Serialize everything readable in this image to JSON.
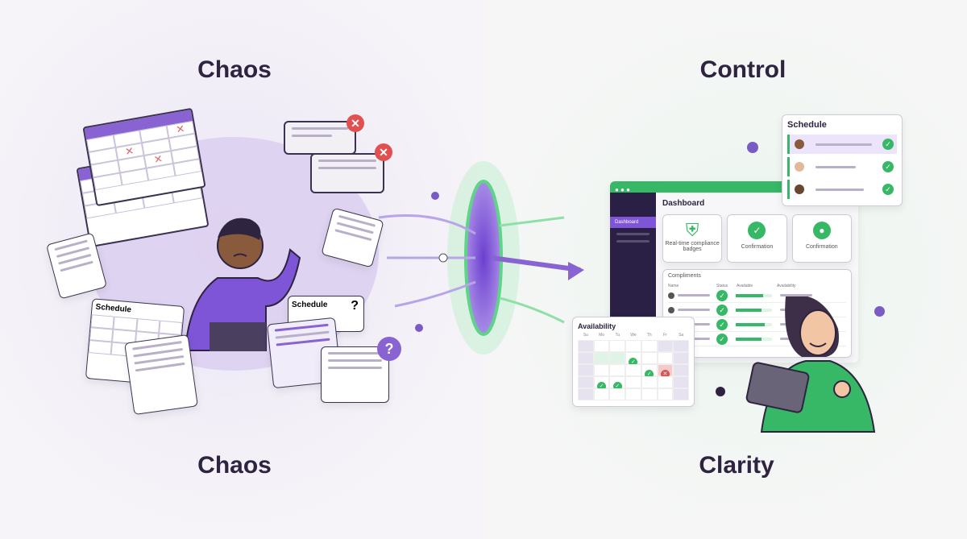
{
  "titles": {
    "top_left": "Chaos",
    "top_right": "Control",
    "bottom_left": "Chaos",
    "bottom_right": "Clarity"
  },
  "left": {
    "schedule_label_1": "Schedule",
    "schedule_label_2": "Schedule",
    "question_mark": "?",
    "error_mark": "✕"
  },
  "schedule_card": {
    "title": "Schedule",
    "rows": 3
  },
  "dashboard": {
    "title": "Dashboard",
    "sidebar": [
      {
        "label": "Dashboard",
        "active": true
      },
      {
        "label": ""
      },
      {
        "label": ""
      }
    ],
    "tiles": [
      {
        "label": "Real-time compliance badges",
        "icon": "shield-check-icon"
      },
      {
        "label": "Confirmation",
        "icon": "check-circle-icon"
      },
      {
        "label": "Confirmation",
        "icon": "user-badge-icon"
      }
    ],
    "table": {
      "title": "Compliments",
      "headers": [
        "Name",
        "Status",
        "Available",
        "Availability"
      ],
      "rows": [
        {
          "progress": 0.75
        },
        {
          "progress": 0.7
        },
        {
          "progress": 0.8
        },
        {
          "progress": 0.72
        }
      ]
    }
  },
  "availability": {
    "title": "Availability",
    "days": [
      "Su",
      "Mo",
      "Tu",
      "We",
      "Th",
      "Fr",
      "Sa"
    ]
  },
  "colors": {
    "purple": "#8a63d2",
    "green": "#36b866",
    "dark": "#2a1f45",
    "red": "#e05050"
  }
}
